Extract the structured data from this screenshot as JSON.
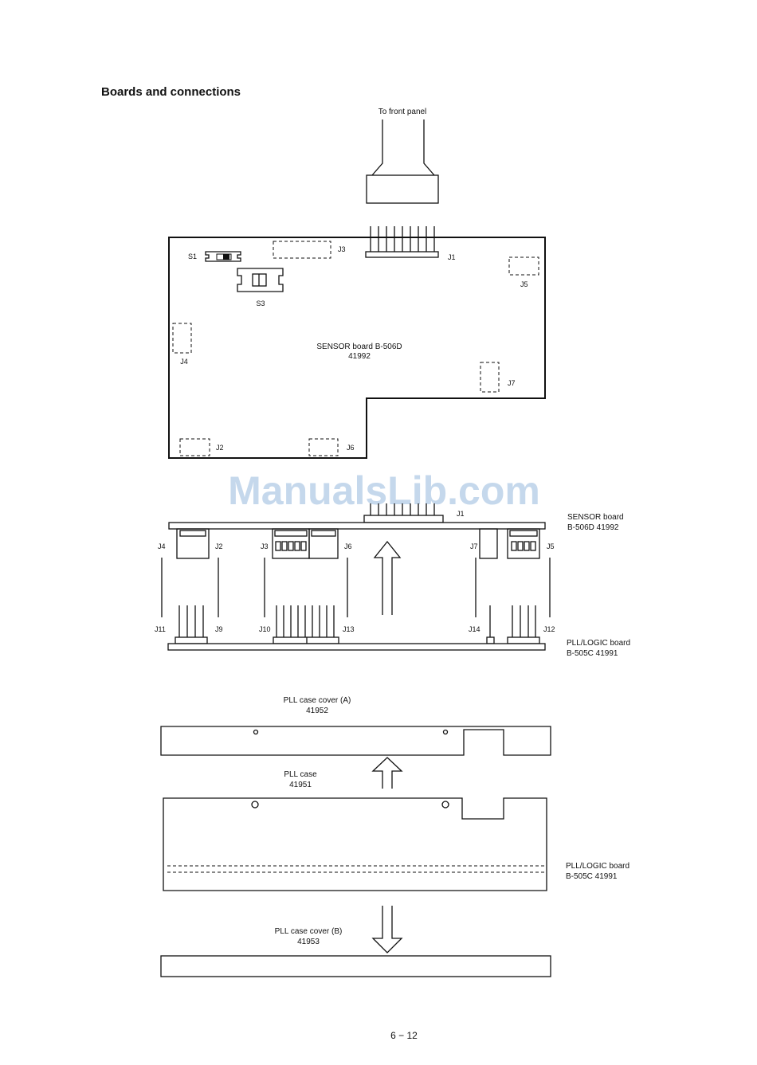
{
  "page": {
    "heading": "Boards and connections",
    "page_number": "6 − 12",
    "watermark": "ManualsLib.com"
  },
  "top_view": {
    "cable_label": "To front panel",
    "board_name": "SENSOR board B-506D",
    "board_part": "41992",
    "connectors": [
      "S1",
      "J3",
      "J1",
      "J5",
      "S3",
      "J4",
      "J7",
      "J2",
      "J6"
    ]
  },
  "side_view": {
    "sensor_board_label": "SENSOR board",
    "sensor_board_part": "B-506D 41992",
    "pll_board_label": "PLL/LOGIC board",
    "pll_board_part": "B-505C 41991",
    "upper_connectors": [
      "J1",
      "J4",
      "J2",
      "J3",
      "J6",
      "J7",
      "J5"
    ],
    "lower_connectors": [
      "J11",
      "J9",
      "J10",
      "J13",
      "J14",
      "J12"
    ]
  },
  "case_assembly": {
    "cover_a_label": "PLL case cover (A)",
    "cover_a_part": "41952",
    "case_label": "PLL case",
    "case_part": "41951",
    "board_label": "PLL/LOGIC board",
    "board_part": "B-505C 41991",
    "cover_b_label": "PLL case cover (B)",
    "cover_b_part": "41953"
  }
}
